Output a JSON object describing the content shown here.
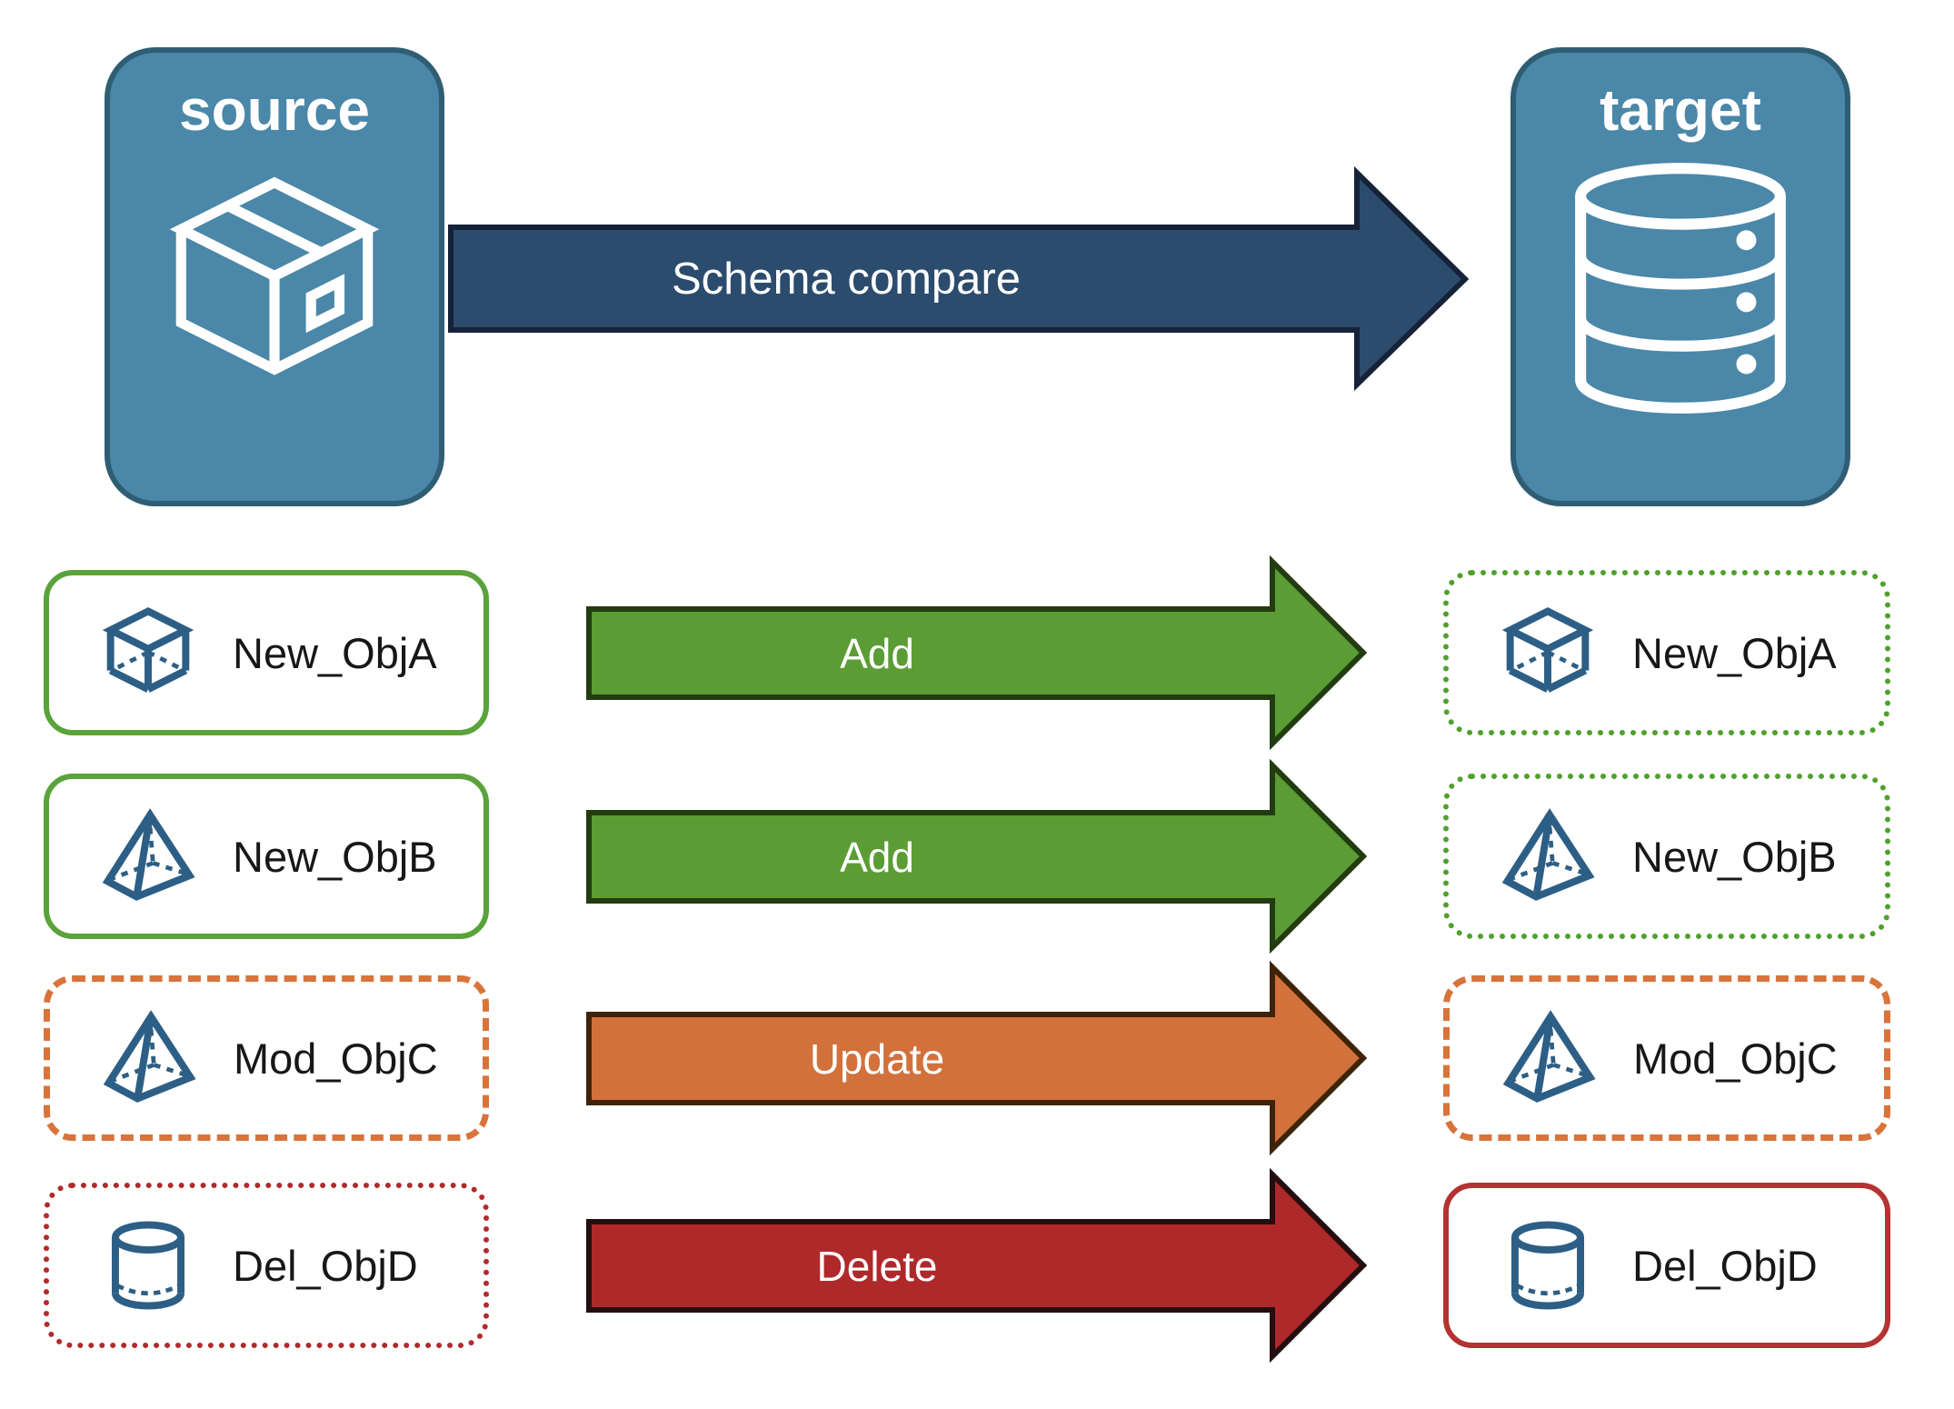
{
  "diagram": {
    "source": {
      "label": "source",
      "icon": "package-icon"
    },
    "target": {
      "label": "target",
      "icon": "database-icon"
    },
    "compare_arrow": {
      "label": "Schema compare"
    },
    "rows": [
      {
        "name": "New_ObjA",
        "icon": "cube-icon",
        "action": "Add",
        "source_box_style": "green-solid",
        "target_box_style": "green-dotted"
      },
      {
        "name": "New_ObjB",
        "icon": "pyramid-icon",
        "action": "Add",
        "source_box_style": "green-solid",
        "target_box_style": "green-dotted"
      },
      {
        "name": "Mod_ObjC",
        "icon": "pyramid-icon",
        "action": "Update",
        "source_box_style": "orange-dashed",
        "target_box_style": "orange-dashed"
      },
      {
        "name": "Del_ObjD",
        "icon": "cylinder-icon",
        "action": "Delete",
        "source_box_style": "red-dotted",
        "target_box_style": "red-solid"
      }
    ],
    "colors": {
      "node_fill": "#4A87A8",
      "node_border": "#2F5E74",
      "compare_fill": "#2C4C6E",
      "compare_border": "#152238",
      "add_fill": "#5B9C35",
      "add_border": "#223C10",
      "update_fill": "#D2713C",
      "update_border": "#3F2309",
      "delete_fill": "#AF292B",
      "delete_border": "#230F10",
      "green_solid": "#5AA33B",
      "green_dotted": "#4FA02C",
      "orange_dashed": "#D8743B",
      "red_dotted": "#B3292B",
      "red_solid": "#B43231",
      "icon_blue": "#2D5F86",
      "label_text": "#171717",
      "arrow_text": "#FFFFFF"
    }
  }
}
